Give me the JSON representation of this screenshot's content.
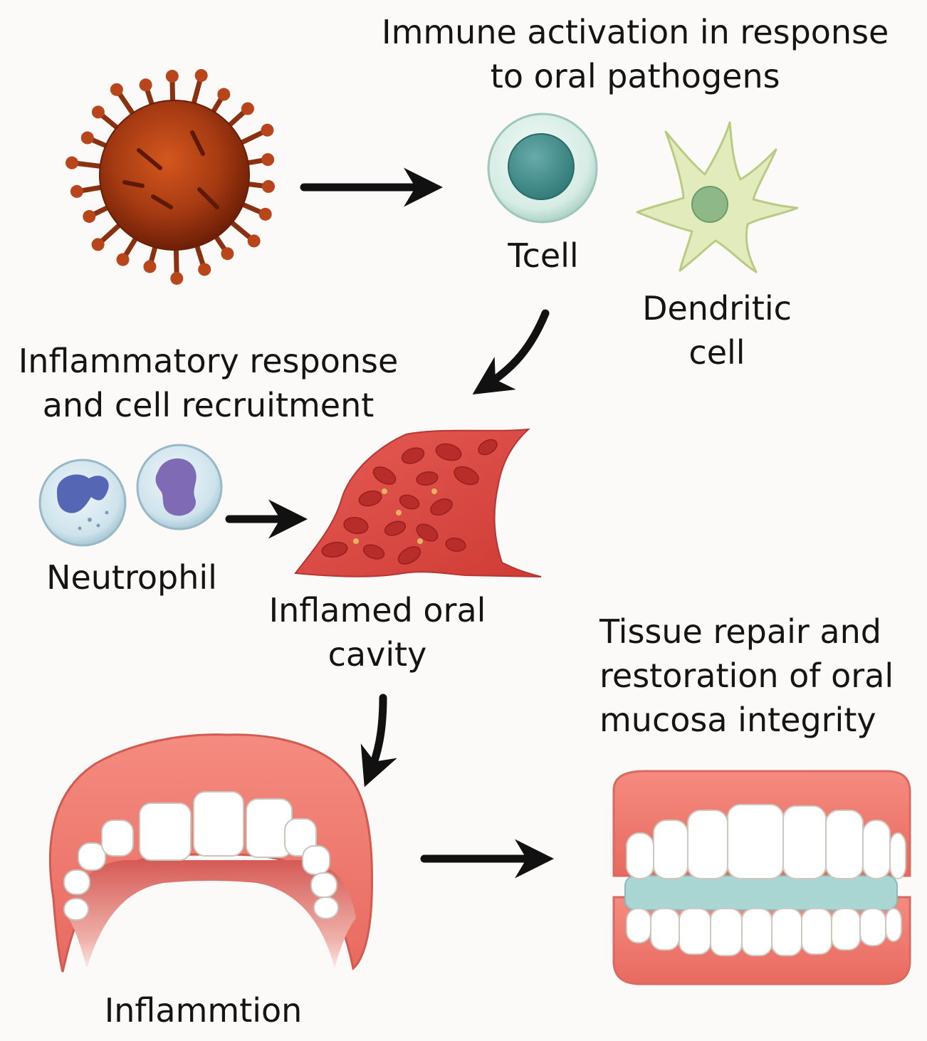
{
  "headings": {
    "immune_activation": [
      "Immune activation in response",
      "to oral pathogens"
    ],
    "inflammatory_response": [
      "Inflammatory response",
      "and cell recruitment"
    ],
    "tissue_repair": [
      "Tissue repair and",
      "restoration of oral",
      "mucosa integrity"
    ]
  },
  "labels": {
    "t_cell": "Tcell",
    "dendritic_cell": [
      "Dendritic",
      "cell"
    ],
    "neutrophil": "Neutrophil",
    "inflamed_oral_cavity": [
      "Inflamed oral",
      "cavity"
    ],
    "inflammation": "Inflammtion"
  },
  "colors": {
    "pathogen": "#9c3712",
    "t_cell_nucleus": "#3f8c8a",
    "dendritic_cell": "#dfe9b3",
    "neutrophil_nucleus": "#5a6cb8",
    "inflamed_tissue": "#d9443f",
    "gum": "#ef7d73",
    "tooth": "#ffffff",
    "healthy_mucosa": "#a9d6d3",
    "arrow": "#111111"
  },
  "icons": [
    "pathogen-virus-icon",
    "t-cell-icon",
    "dendritic-cell-icon",
    "neutrophil-icon",
    "inflamed-tissue-icon",
    "inflamed-mouth-icon",
    "healthy-teeth-icon"
  ]
}
